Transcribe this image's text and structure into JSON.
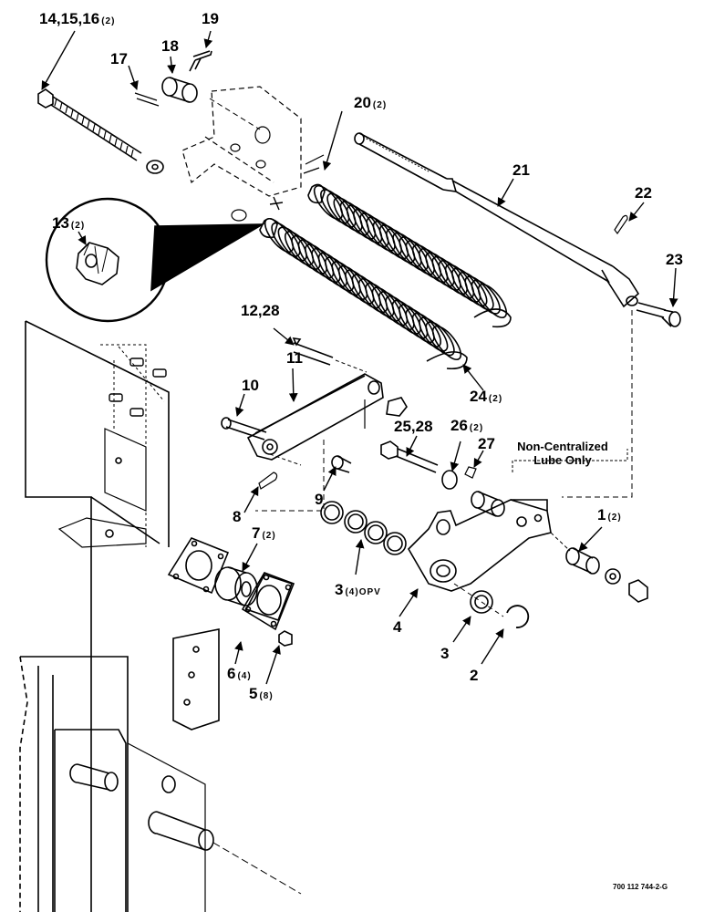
{
  "callouts": [
    {
      "id": "c14",
      "number": "14,15,16",
      "qty": "(2)"
    },
    {
      "id": "c19",
      "number": "19",
      "qty": ""
    },
    {
      "id": "c18",
      "number": "18",
      "qty": ""
    },
    {
      "id": "c17",
      "number": "17",
      "qty": ""
    },
    {
      "id": "c20",
      "number": "20",
      "qty": "(2)"
    },
    {
      "id": "c21",
      "number": "21",
      "qty": ""
    },
    {
      "id": "c22",
      "number": "22",
      "qty": ""
    },
    {
      "id": "c23",
      "number": "23",
      "qty": ""
    },
    {
      "id": "c13",
      "number": "13",
      "qty": "(2)"
    },
    {
      "id": "c12",
      "number": "12,28",
      "qty": ""
    },
    {
      "id": "c11",
      "number": "11",
      "qty": ""
    },
    {
      "id": "c10",
      "number": "10",
      "qty": ""
    },
    {
      "id": "c24",
      "number": "24",
      "qty": "(2)"
    },
    {
      "id": "c25",
      "number": "25,28",
      "qty": ""
    },
    {
      "id": "c26",
      "number": "26",
      "qty": "(2)"
    },
    {
      "id": "c27",
      "number": "27",
      "qty": ""
    },
    {
      "id": "c9",
      "number": "9",
      "qty": ""
    },
    {
      "id": "c8",
      "number": "8",
      "qty": ""
    },
    {
      "id": "c7",
      "number": "7",
      "qty": "(2)"
    },
    {
      "id": "c1",
      "number": "1",
      "qty": "(2)"
    },
    {
      "id": "c3a",
      "number": "3",
      "qty": "(4)OPV"
    },
    {
      "id": "c4",
      "number": "4",
      "qty": ""
    },
    {
      "id": "c6",
      "number": "6",
      "qty": "(4)"
    },
    {
      "id": "c5",
      "number": "5",
      "qty": "(8)"
    },
    {
      "id": "c3b",
      "number": "3",
      "qty": ""
    },
    {
      "id": "c2",
      "number": "2",
      "qty": ""
    }
  ],
  "note": {
    "line1": "Non-Centralized",
    "line2": "Lube Only"
  },
  "drawing_code": "700 112 744-2-G"
}
